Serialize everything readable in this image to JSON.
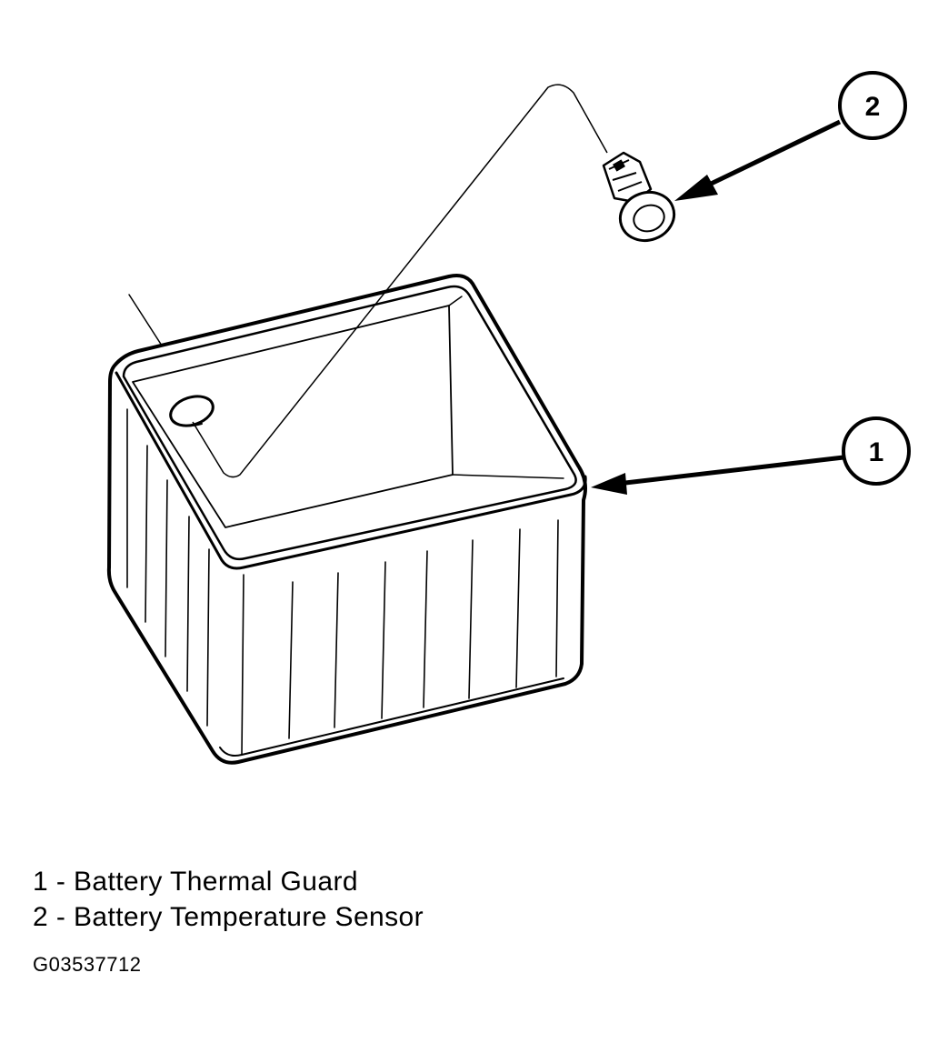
{
  "callouts": [
    {
      "number": "1",
      "label": "Battery Thermal Guard"
    },
    {
      "number": "2",
      "label": "Battery Temperature Sensor"
    }
  ],
  "legend": [
    {
      "number": "1",
      "separator": " - ",
      "text": "Battery Thermal Guard"
    },
    {
      "number": "2",
      "separator": " - ",
      "text": "Battery Temperature Sensor"
    }
  ],
  "figure_id": "G03537712",
  "colors": {
    "ink": "#000000",
    "background": "#ffffff"
  }
}
